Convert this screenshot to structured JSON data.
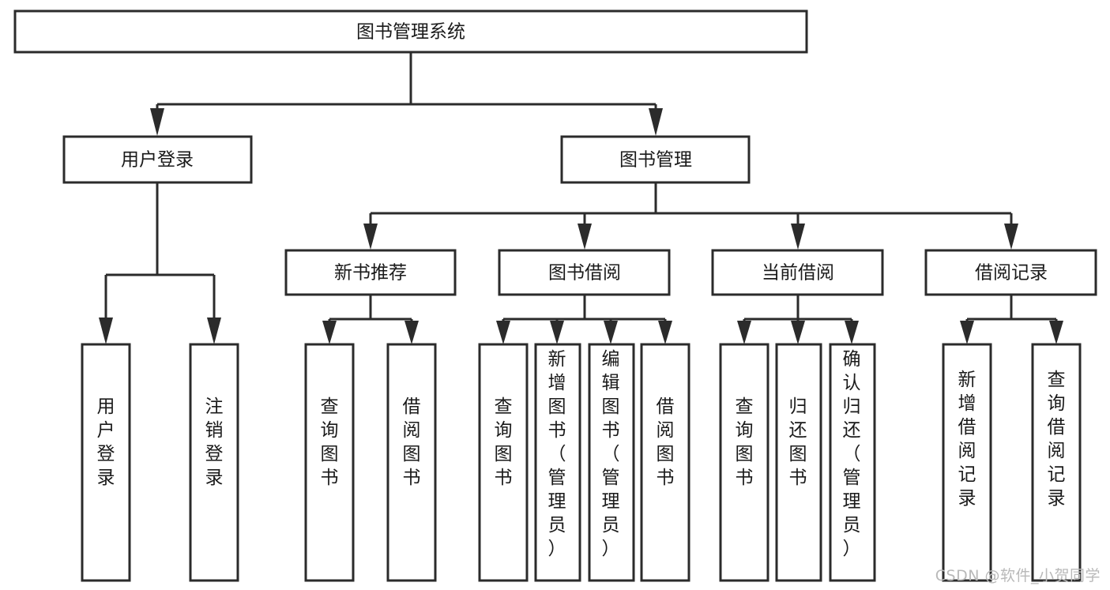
{
  "diagram": {
    "type": "tree-hierarchy",
    "title": "图书管理系统",
    "watermark": "CSDN @软件_小贺同学",
    "colors": {
      "box_fill": "#ffffff",
      "box_stroke": "#2b2b2b",
      "text": "#1a1a1a",
      "watermark": "#b9b9b9",
      "background": "#ffffff"
    },
    "nodes": {
      "root": {
        "label": "图书管理系统",
        "orientation": "horizontal"
      },
      "level2": [
        {
          "label": "用户登录",
          "orientation": "horizontal"
        },
        {
          "label": "图书管理",
          "orientation": "horizontal"
        }
      ],
      "level3": [
        {
          "label": "新书推荐",
          "orientation": "horizontal"
        },
        {
          "label": "图书借阅",
          "orientation": "horizontal"
        },
        {
          "label": "当前借阅",
          "orientation": "horizontal"
        },
        {
          "label": "借阅记录",
          "orientation": "horizontal"
        }
      ],
      "leaves": {
        "user_login": [
          {
            "label": "用户登录",
            "orientation": "vertical"
          },
          {
            "label": "注销登录",
            "orientation": "vertical"
          }
        ],
        "new_book_recommend": [
          {
            "label": "查询图书",
            "orientation": "vertical"
          },
          {
            "label": "借阅图书",
            "orientation": "vertical"
          }
        ],
        "book_borrow": [
          {
            "label": "查询图书",
            "orientation": "vertical"
          },
          {
            "label": "新增图书（管理员）",
            "orientation": "vertical"
          },
          {
            "label": "编辑图书（管理员）",
            "orientation": "vertical"
          },
          {
            "label": "借阅图书",
            "orientation": "vertical"
          }
        ],
        "current_borrow": [
          {
            "label": "查询图书",
            "orientation": "vertical"
          },
          {
            "label": "归还图书",
            "orientation": "vertical"
          },
          {
            "label": "确认归还（管理员）",
            "orientation": "vertical"
          }
        ],
        "borrow_record": [
          {
            "label": "新增借阅记录",
            "orientation": "vertical"
          },
          {
            "label": "查询借阅记录",
            "orientation": "vertical"
          }
        ]
      }
    }
  }
}
